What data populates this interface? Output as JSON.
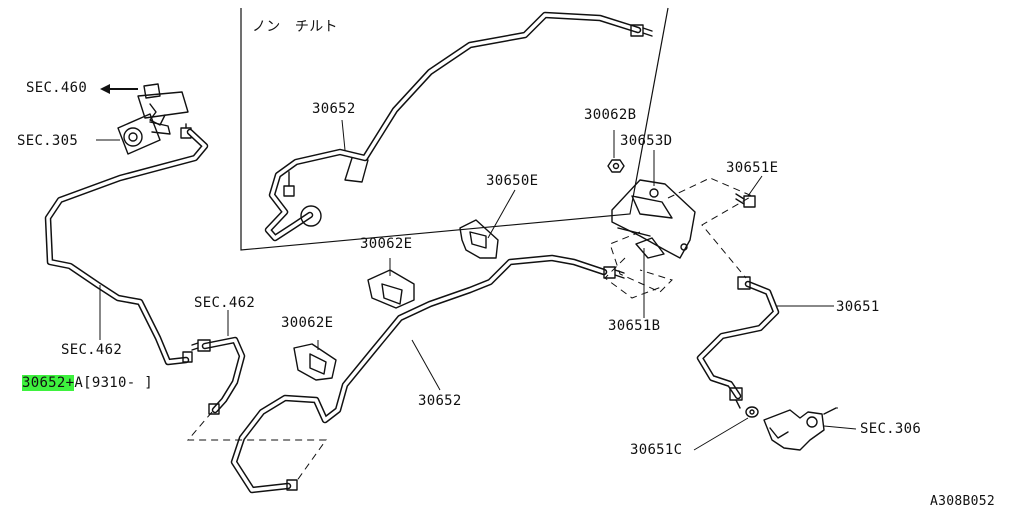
{
  "inset": {
    "caption": "ノン　チルト",
    "label_30652": "30652"
  },
  "labels": {
    "sec460": "SEC.460",
    "sec305": "SEC.305",
    "sec462_left": "SEC.462",
    "sec462_mid": "SEC.462",
    "highlight_part": "30652+",
    "variant_code": "A",
    "date_range": "[9310-     ]",
    "p30062e_upper": "30062E",
    "p30062e_lower": "30062E",
    "p30650e": "30650E",
    "p30652_main": "30652",
    "p30062b": "30062B",
    "p30653d": "30653D",
    "p30651e": "30651E",
    "p30651b": "30651B",
    "p30651": "30651",
    "p30651c": "30651C",
    "sec306": "SEC.306",
    "diagram_id": "A308B052"
  },
  "colors": {
    "highlight": "#3ef23e",
    "line": "#111111",
    "background": "#ffffff"
  }
}
